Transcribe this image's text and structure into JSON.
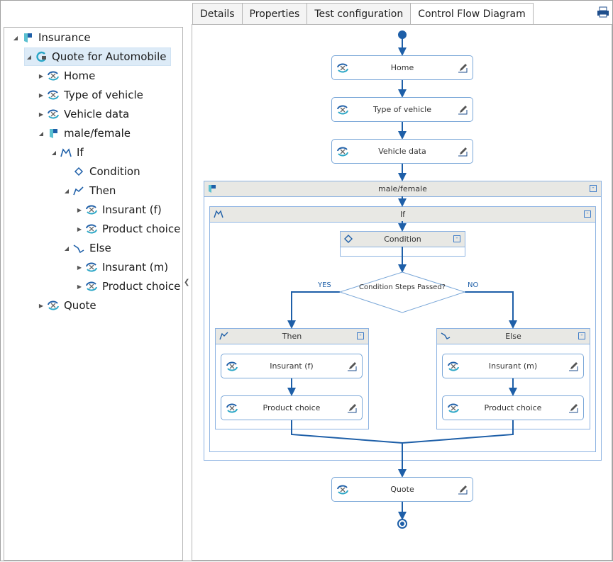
{
  "tree": [
    {
      "label": "Insurance",
      "icon": "folder-icon",
      "level": 0,
      "expanded": true
    },
    {
      "label": "Quote for Automobile",
      "icon": "test-case-icon",
      "level": 1,
      "expanded": true,
      "selected": true
    },
    {
      "label": "Home",
      "icon": "module-icon",
      "level": 2,
      "expanded": false
    },
    {
      "label": "Type of vehicle",
      "icon": "module-icon",
      "level": 2,
      "expanded": false
    },
    {
      "label": "Vehicle data",
      "icon": "module-icon",
      "level": 2,
      "expanded": false
    },
    {
      "label": "male/female",
      "icon": "folder-icon",
      "level": 2,
      "expanded": true
    },
    {
      "label": "If",
      "icon": "if-icon",
      "level": 3,
      "expanded": true
    },
    {
      "label": "Condition",
      "icon": "condition-icon",
      "level": 4,
      "leaf": true
    },
    {
      "label": "Then",
      "icon": "then-icon",
      "level": 4,
      "expanded": true
    },
    {
      "label": "Insurant (f)",
      "icon": "module-icon",
      "level": 5,
      "expanded": false
    },
    {
      "label": "Product choice",
      "icon": "module-icon",
      "level": 5,
      "expanded": false
    },
    {
      "label": "Else",
      "icon": "else-icon",
      "level": 4,
      "expanded": true
    },
    {
      "label": "Insurant (m)",
      "icon": "module-icon",
      "level": 5,
      "expanded": false
    },
    {
      "label": "Product choice",
      "icon": "module-icon",
      "level": 5,
      "expanded": false
    },
    {
      "label": "Quote",
      "icon": "module-icon",
      "level": 2,
      "expanded": false
    }
  ],
  "tabs": [
    {
      "label": "Details"
    },
    {
      "label": "Properties"
    },
    {
      "label": "Test configuration"
    },
    {
      "label": "Control Flow Diagram",
      "active": true
    }
  ],
  "diagram": {
    "home": "Home",
    "type": "Type of vehicle",
    "vehicle": "Vehicle data",
    "folder": "male/female",
    "if": "If",
    "condition": "Condition",
    "decision": "Condition Steps Passed?",
    "yes": "YES",
    "no": "NO",
    "then": "Then",
    "else": "Else",
    "ins_f": "Insurant (f)",
    "prod_f": "Product choice",
    "ins_m": "Insurant (m)",
    "prod_m": "Product choice",
    "quote": "Quote"
  },
  "colors": {
    "accent": "#1e5fa8",
    "border": "#8db3e2",
    "selected": "#ddebf7"
  }
}
